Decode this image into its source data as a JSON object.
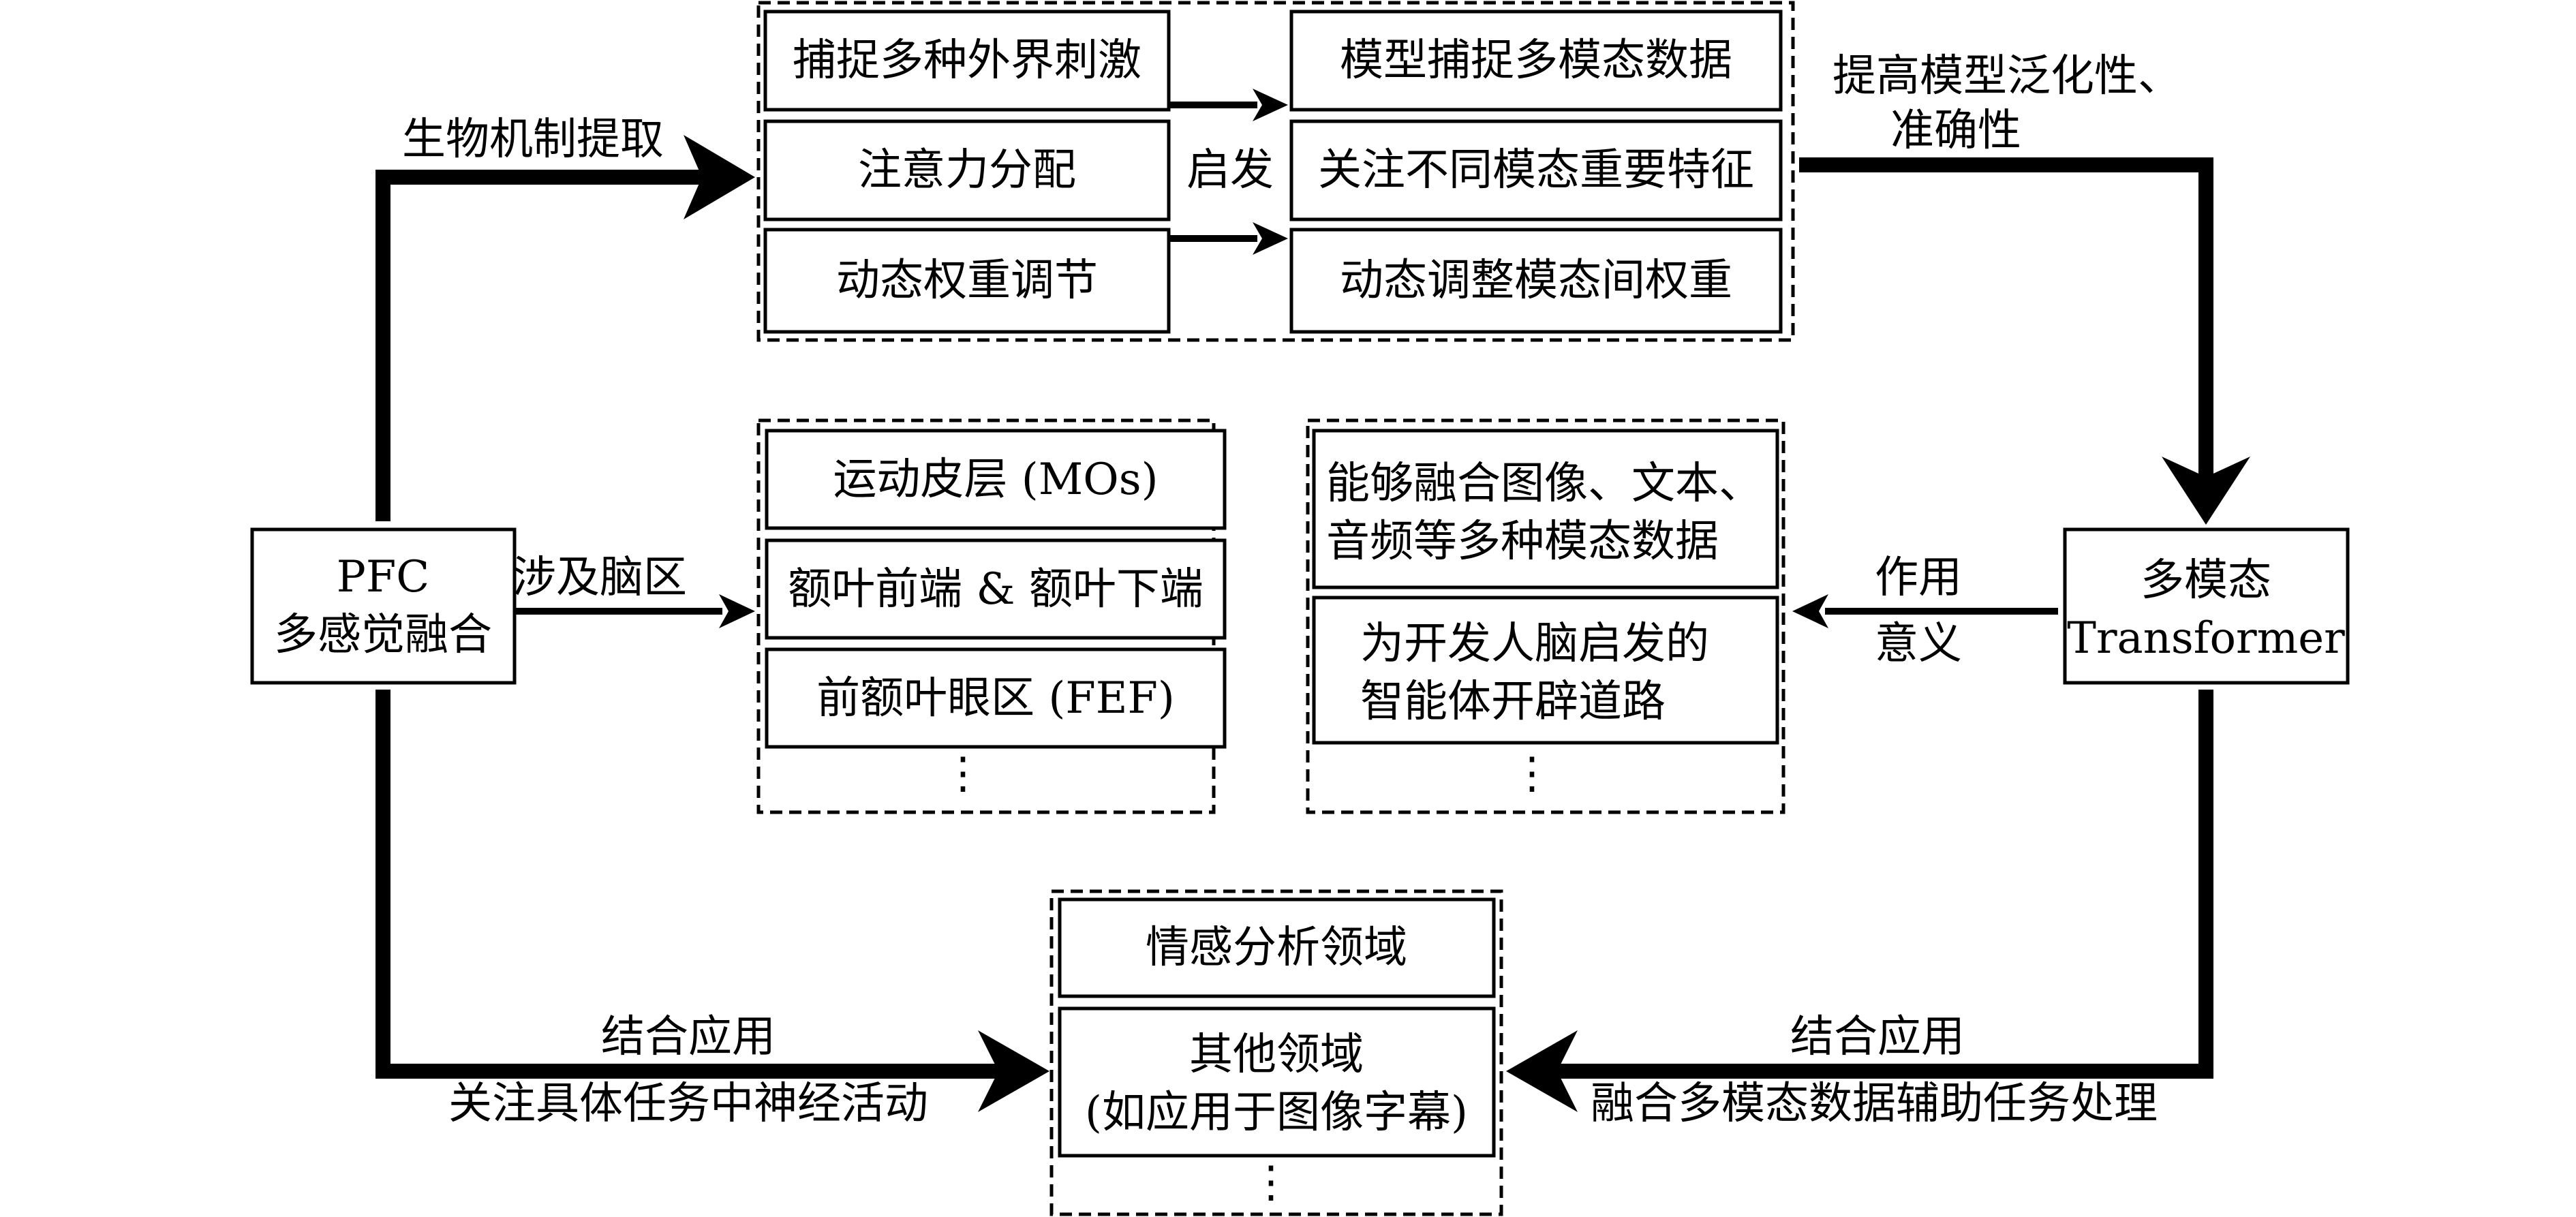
{
  "top_left_boxes": [
    "捕捉多种外界刺激",
    "注意力分配",
    "动态权重调节"
  ],
  "top_right_boxes": [
    "模型捕捉多模态数据",
    "关注不同模态重要特征",
    "动态调整模态间权重"
  ],
  "top_mid_label": "启发",
  "pfc": {
    "line1": "PFC",
    "line2": "多感觉融合"
  },
  "transformer": {
    "line1": "多模态",
    "line2": "Transformer"
  },
  "brain_regions": [
    "运动皮层 (MOs)",
    "额叶前端 & 额叶下端",
    "前额叶眼区 (FEF)"
  ],
  "meaning": {
    "box1_line1": "能够融合图像、文本、",
    "box1_line2": "音频等多种模态数据",
    "box2_line1": "为开发人脑启发的",
    "box2_line2": "智能体开辟道路"
  },
  "applications": {
    "box1": "情感分析领域",
    "box2_line1": "其他领域",
    "box2_line2": "(如应用于图像字幕)"
  },
  "labels": {
    "bio_mechanism": "生物机制提取",
    "improve_line1": "提高模型泛化性、",
    "improve_line2": "准确性",
    "brain_areas": "涉及脑区",
    "effect_line1": "作用",
    "effect_line2": "意义",
    "combine_left": "结合应用",
    "focus_neural": "关注具体任务中神经活动",
    "combine_right": "结合应用",
    "fusion_assist": "融合多模态数据辅助任务处理"
  },
  "ellipsis": "⋮"
}
